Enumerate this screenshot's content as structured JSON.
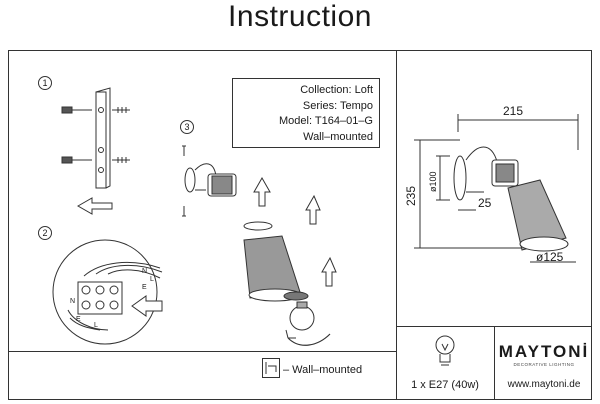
{
  "header": {
    "title": "Instruction"
  },
  "steps": {
    "step1": "1",
    "step2": "2",
    "step3": "3"
  },
  "info": {
    "collection": "Collection: Loft",
    "series": "Series: Tempo",
    "model": "Model: T164–01–G",
    "mounting": "Wall–mounted"
  },
  "wiring": {
    "n_top": "N",
    "l_top": "L",
    "e_top": "E",
    "n_bottom": "N",
    "e_bottom": "E",
    "l_bottom": "L"
  },
  "dimensions": {
    "width": "215",
    "height": "235",
    "base_diameter": "ø100",
    "depth": "25",
    "shade_diameter": "ø125"
  },
  "legend": {
    "label": "– Wall–mounted"
  },
  "bulb": {
    "spec": "1 x E27 (40w)"
  },
  "brand": {
    "name": "MAYTONİ",
    "tagline": "DECORATIVE LIGHTING",
    "website": "www.maytoni.de"
  }
}
